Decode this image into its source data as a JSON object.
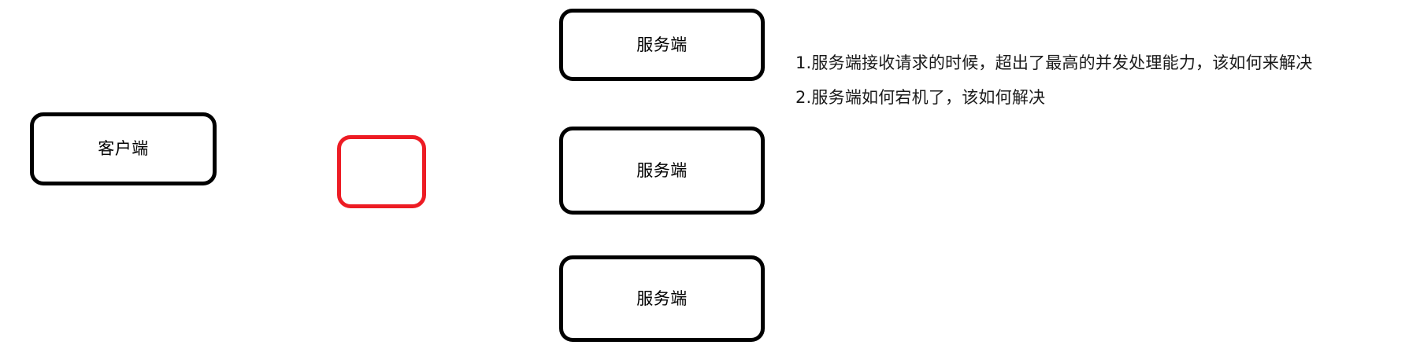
{
  "diagram": {
    "background_color": "#ffffff",
    "nodes": {
      "client": {
        "label": "客户端",
        "border_color": "#000000"
      },
      "placeholder": {
        "label": "",
        "border_color": "#ED1C24"
      },
      "servers": [
        {
          "label": "服务端",
          "border_color": "#000000"
        },
        {
          "label": "服务端",
          "border_color": "#000000"
        },
        {
          "label": "服务端",
          "border_color": "#000000"
        }
      ]
    },
    "notes": {
      "text_color": "#1a1a1a",
      "lines": [
        "1.服务端接收请求的时候，超出了最高的并发处理能力，该如何来解决",
        "2.服务端如何宕机了，该如何解决"
      ]
    }
  }
}
